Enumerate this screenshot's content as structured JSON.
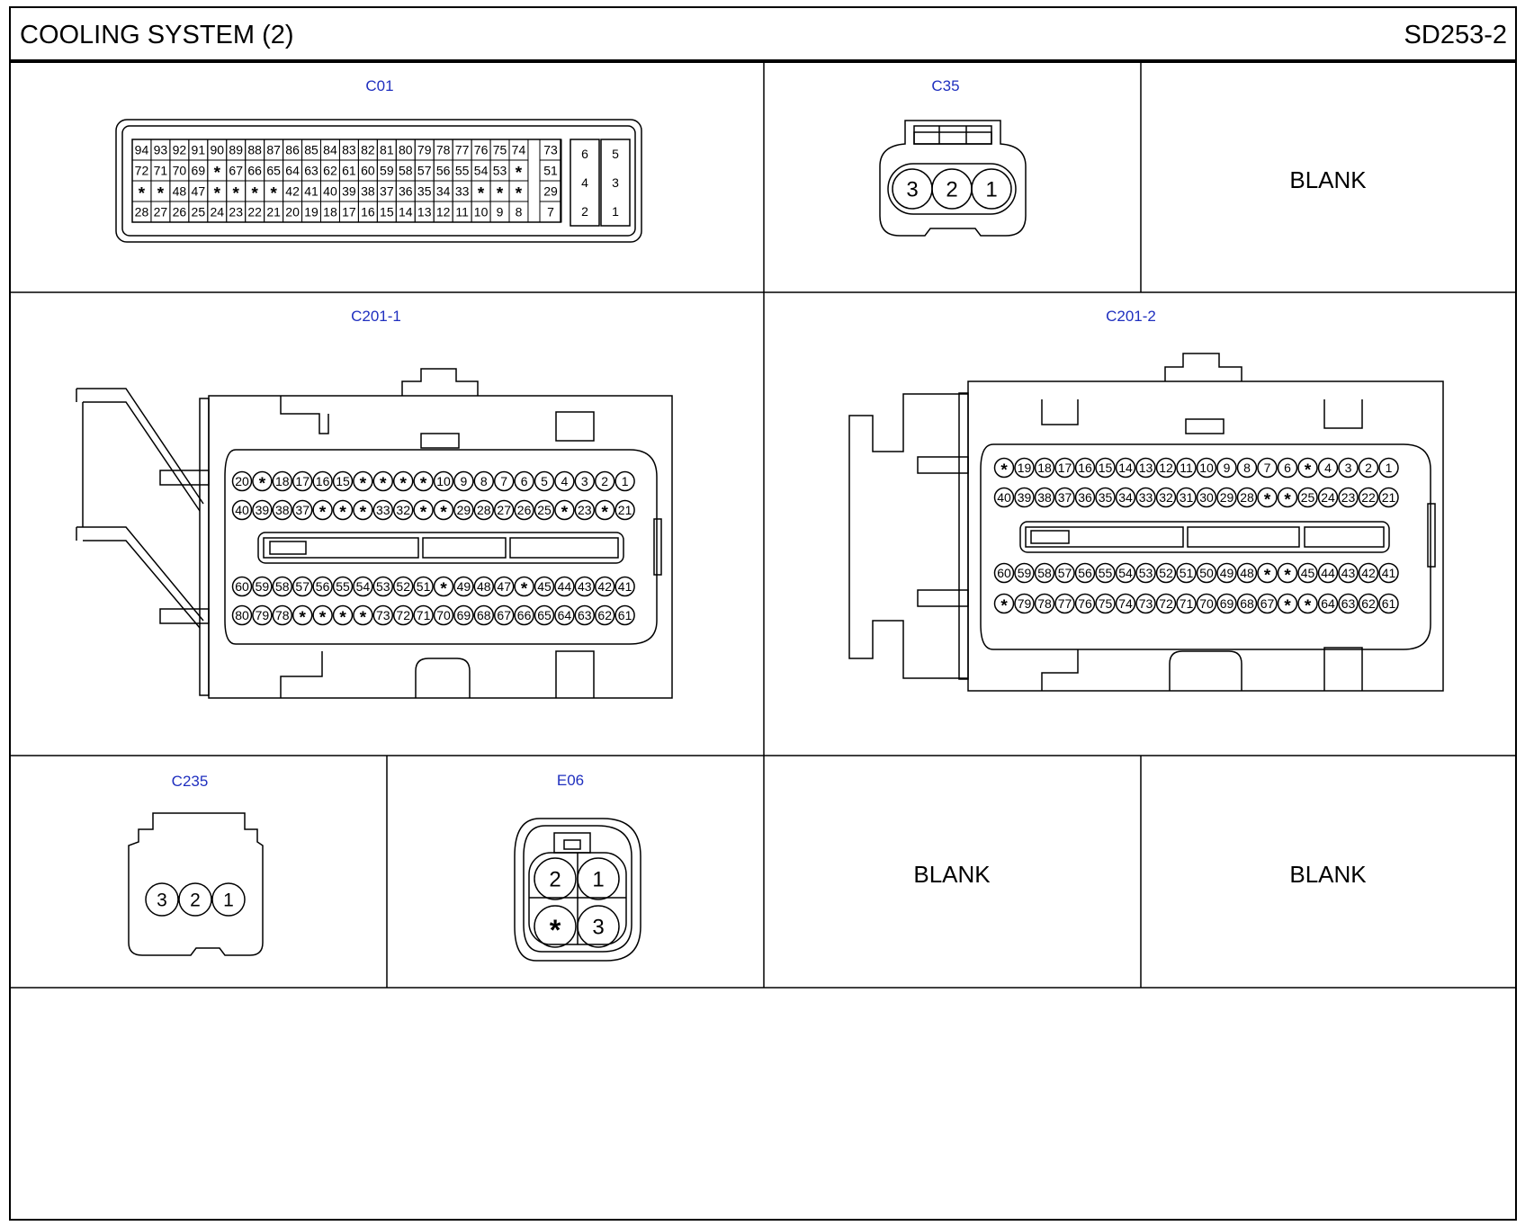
{
  "header": {
    "title": "COOLING SYSTEM (2)",
    "page_code": "SD253-2"
  },
  "connectors": {
    "c01": {
      "label": "C01",
      "rows": [
        [
          "94",
          "93",
          "92",
          "91",
          "90",
          "89",
          "88",
          "87",
          "86",
          "85",
          "84",
          "83",
          "82",
          "81",
          "80",
          "79",
          "78",
          "77",
          "76",
          "75",
          "74"
        ],
        [
          "72",
          "71",
          "70",
          "69",
          "*",
          "67",
          "66",
          "65",
          "64",
          "63",
          "62",
          "61",
          "60",
          "59",
          "58",
          "57",
          "56",
          "55",
          "54",
          "53",
          "*"
        ],
        [
          "*",
          "*",
          "48",
          "47",
          "*",
          "*",
          "*",
          "*",
          "42",
          "41",
          "40",
          "39",
          "38",
          "37",
          "36",
          "35",
          "34",
          "33",
          "*",
          "*",
          "*"
        ],
        [
          "28",
          "27",
          "26",
          "25",
          "24",
          "23",
          "22",
          "21",
          "20",
          "19",
          "18",
          "17",
          "16",
          "15",
          "14",
          "13",
          "12",
          "11",
          "10",
          "9",
          "8"
        ]
      ],
      "side_column": [
        "73",
        "51",
        "29",
        "7"
      ],
      "right_block": [
        [
          "6",
          "5"
        ],
        [
          "4",
          "3"
        ],
        [
          "2",
          "1"
        ]
      ]
    },
    "c35": {
      "label": "C35",
      "pins": [
        "3",
        "2",
        "1"
      ]
    },
    "c201_1": {
      "label": "C201-1",
      "rows": [
        [
          "20",
          "*",
          "18",
          "17",
          "16",
          "15",
          "*",
          "*",
          "*",
          "*",
          "10",
          "9",
          "8",
          "7",
          "6",
          "5",
          "4",
          "3",
          "2",
          "1"
        ],
        [
          "40",
          "39",
          "38",
          "37",
          "*",
          "*",
          "*",
          "33",
          "32",
          "*",
          "*",
          "29",
          "28",
          "27",
          "26",
          "25",
          "*",
          "23",
          "*",
          "21"
        ],
        [
          "60",
          "59",
          "58",
          "57",
          "56",
          "55",
          "54",
          "53",
          "52",
          "51",
          "*",
          "49",
          "48",
          "47",
          "*",
          "45",
          "44",
          "43",
          "42",
          "41"
        ],
        [
          "80",
          "79",
          "78",
          "*",
          "*",
          "*",
          "*",
          "73",
          "72",
          "71",
          "70",
          "69",
          "68",
          "67",
          "66",
          "65",
          "64",
          "63",
          "62",
          "61"
        ]
      ]
    },
    "c201_2": {
      "label": "C201-2",
      "rows": [
        [
          "*",
          "19",
          "18",
          "17",
          "16",
          "15",
          "14",
          "13",
          "12",
          "11",
          "10",
          "9",
          "8",
          "7",
          "6",
          "*",
          "4",
          "3",
          "2",
          "1"
        ],
        [
          "40",
          "39",
          "38",
          "37",
          "36",
          "35",
          "34",
          "33",
          "32",
          "31",
          "30",
          "29",
          "28",
          "*",
          "*",
          "25",
          "24",
          "23",
          "22",
          "21"
        ],
        [
          "60",
          "59",
          "58",
          "57",
          "56",
          "55",
          "54",
          "53",
          "52",
          "51",
          "50",
          "49",
          "48",
          "*",
          "*",
          "45",
          "44",
          "43",
          "42",
          "41"
        ],
        [
          "*",
          "79",
          "78",
          "77",
          "76",
          "75",
          "74",
          "73",
          "72",
          "71",
          "70",
          "69",
          "68",
          "67",
          "*",
          "*",
          "64",
          "63",
          "62",
          "61"
        ]
      ]
    },
    "c235": {
      "label": "C235",
      "pins": [
        "3",
        "2",
        "1"
      ]
    },
    "e06": {
      "label": "E06",
      "pins": [
        [
          "2",
          "1"
        ],
        [
          "*",
          "3"
        ]
      ]
    }
  },
  "blank_cells": [
    "BLANK",
    "BLANK",
    "BLANK"
  ],
  "colors": {
    "connector_label": "#1f2fbf",
    "line": "#000000",
    "background": "#ffffff"
  }
}
